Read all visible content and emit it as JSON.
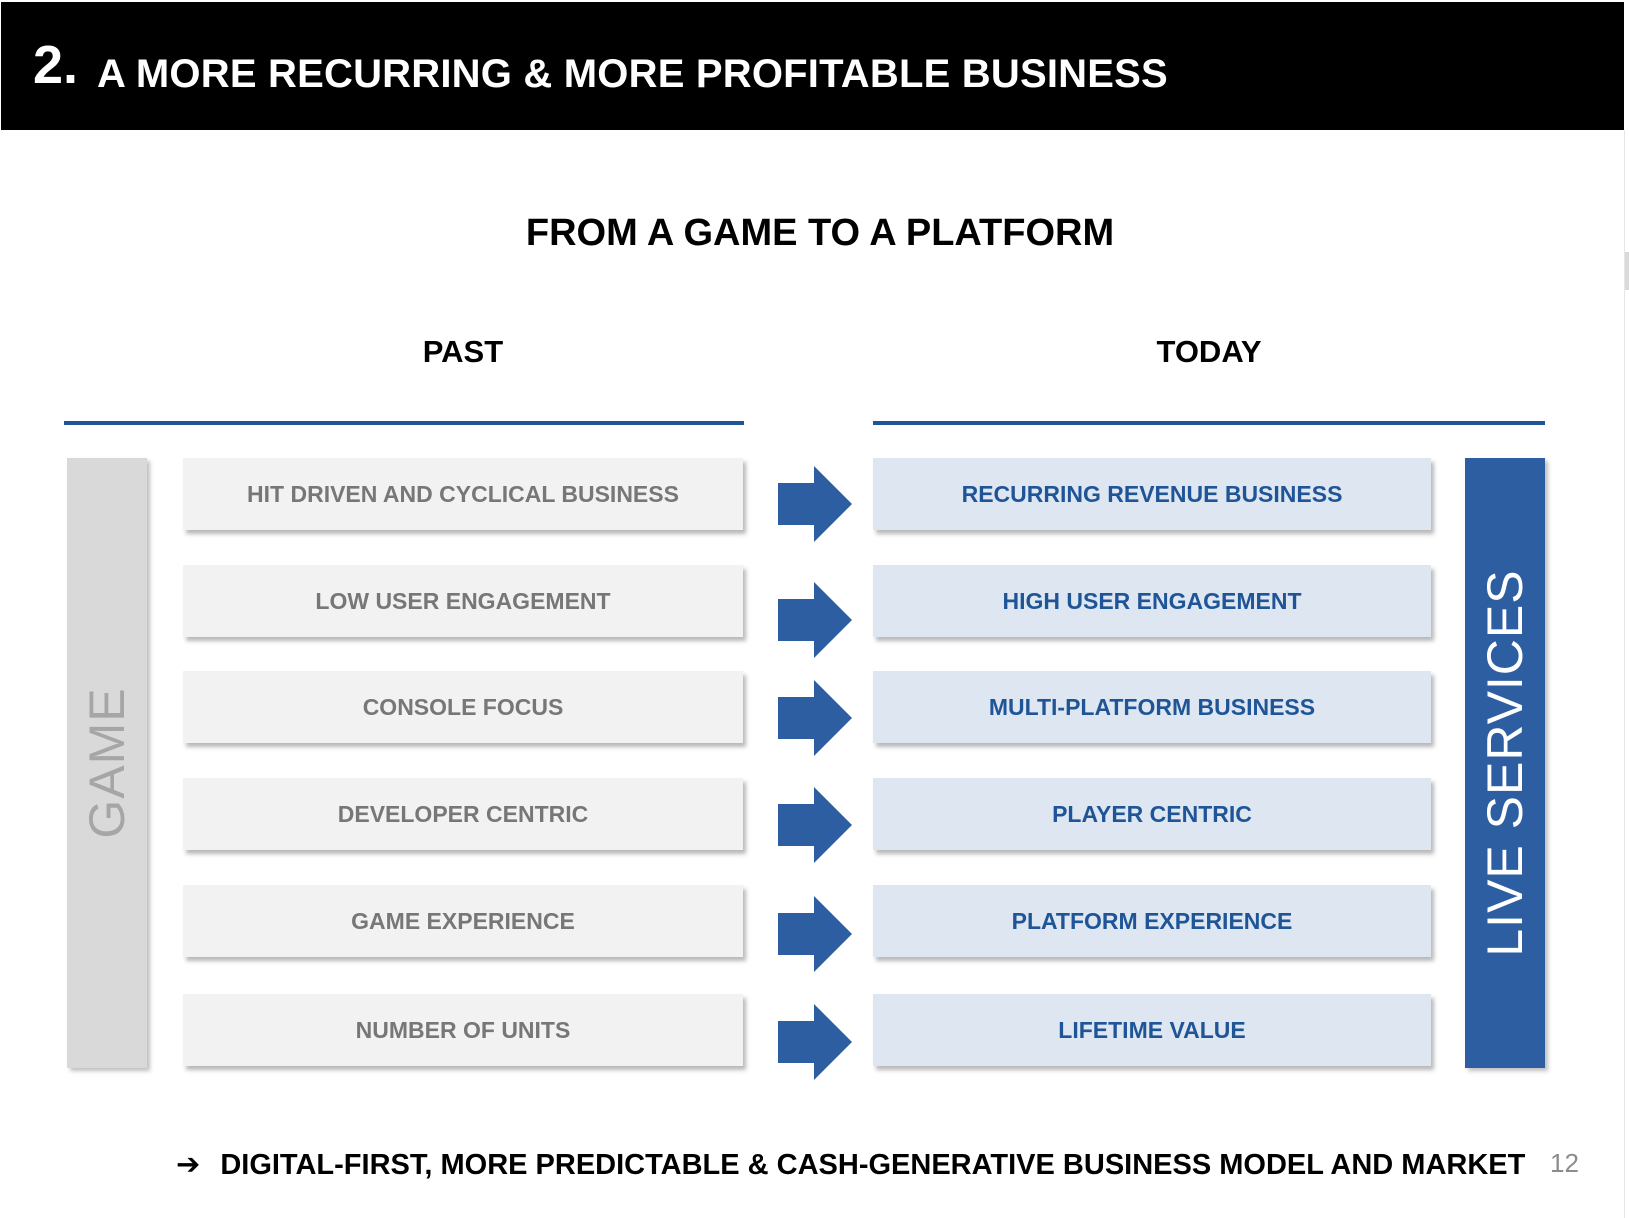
{
  "header": {
    "number": "2.",
    "title": "A MORE RECURRING & MORE PROFITABLE BUSINESS"
  },
  "subtitle": "FROM A GAME TO A PLATFORM",
  "columns": {
    "past": "PAST",
    "today": "TODAY"
  },
  "side_labels": {
    "left": "GAME",
    "right": "LIVE SERVICES"
  },
  "rows": [
    {
      "past": "HIT DRIVEN AND CYCLICAL BUSINESS",
      "today": "RECURRING REVENUE BUSINESS"
    },
    {
      "past": "LOW USER ENGAGEMENT",
      "today": "HIGH USER ENGAGEMENT"
    },
    {
      "past": "CONSOLE FOCUS",
      "today": "MULTI-PLATFORM BUSINESS"
    },
    {
      "past": "DEVELOPER CENTRIC",
      "today": "PLAYER CENTRIC"
    },
    {
      "past": "GAME EXPERIENCE",
      "today": "PLATFORM EXPERIENCE"
    },
    {
      "past": "NUMBER OF UNITS",
      "today": "LIFETIME VALUE"
    }
  ],
  "footer": {
    "arrow": "➔",
    "text": "DIGITAL-FIRST, MORE PREDICTABLE & CASH-GENERATIVE BUSINESS MODEL AND MARKET"
  },
  "page_number": "12",
  "colors": {
    "accent": "#1f5597",
    "live_services": "#2e5ea2",
    "today_box": "#dde6f1",
    "past_box": "#f2f2f2",
    "game_bar": "#d9d9d9"
  }
}
